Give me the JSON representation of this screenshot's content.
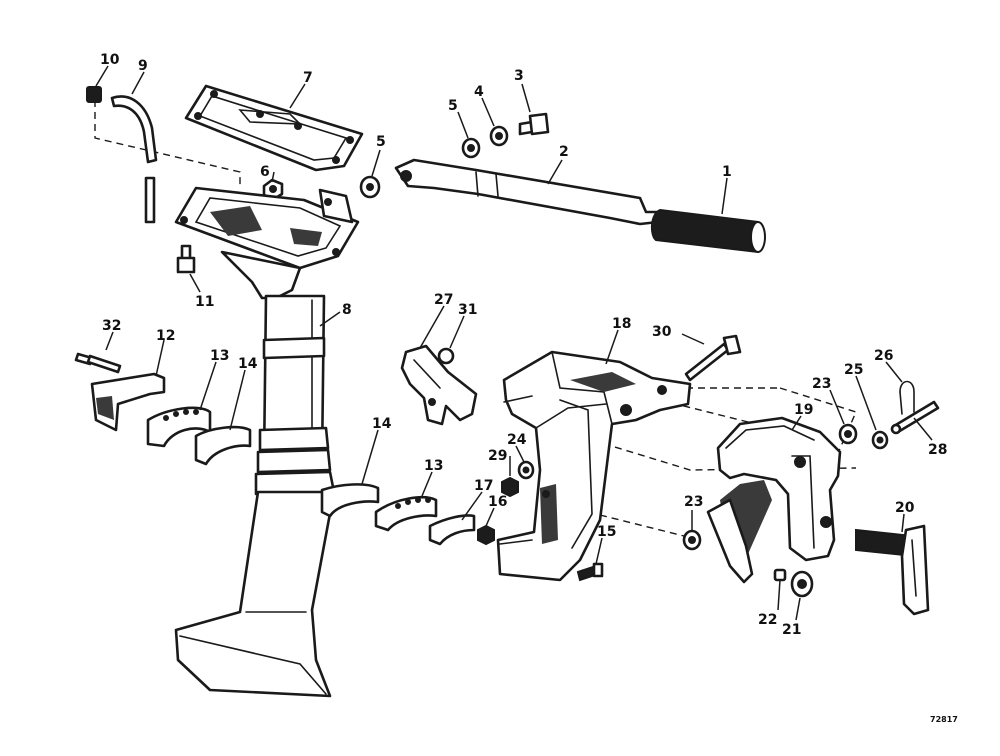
{
  "callouts": {
    "c1": "1",
    "c2": "2",
    "c3": "3",
    "c4": "4",
    "c5a": "5",
    "c5b": "5",
    "c6": "6",
    "c7": "7",
    "c8": "8",
    "c9": "9",
    "c10": "10",
    "c11": "11",
    "c12": "12",
    "c13a": "13",
    "c13b": "13",
    "c14a": "14",
    "c14b": "14",
    "c15": "15",
    "c16": "16",
    "c17": "17",
    "c18": "18",
    "c19": "19",
    "c20": "20",
    "c21": "21",
    "c22": "22",
    "c23a": "23",
    "c23b": "23",
    "c24": "24",
    "c25": "25",
    "c26": "26",
    "c27": "27",
    "c28": "28",
    "c29": "29",
    "c30": "30",
    "c31": "31",
    "c32": "32"
  },
  "figure_code": "72817"
}
